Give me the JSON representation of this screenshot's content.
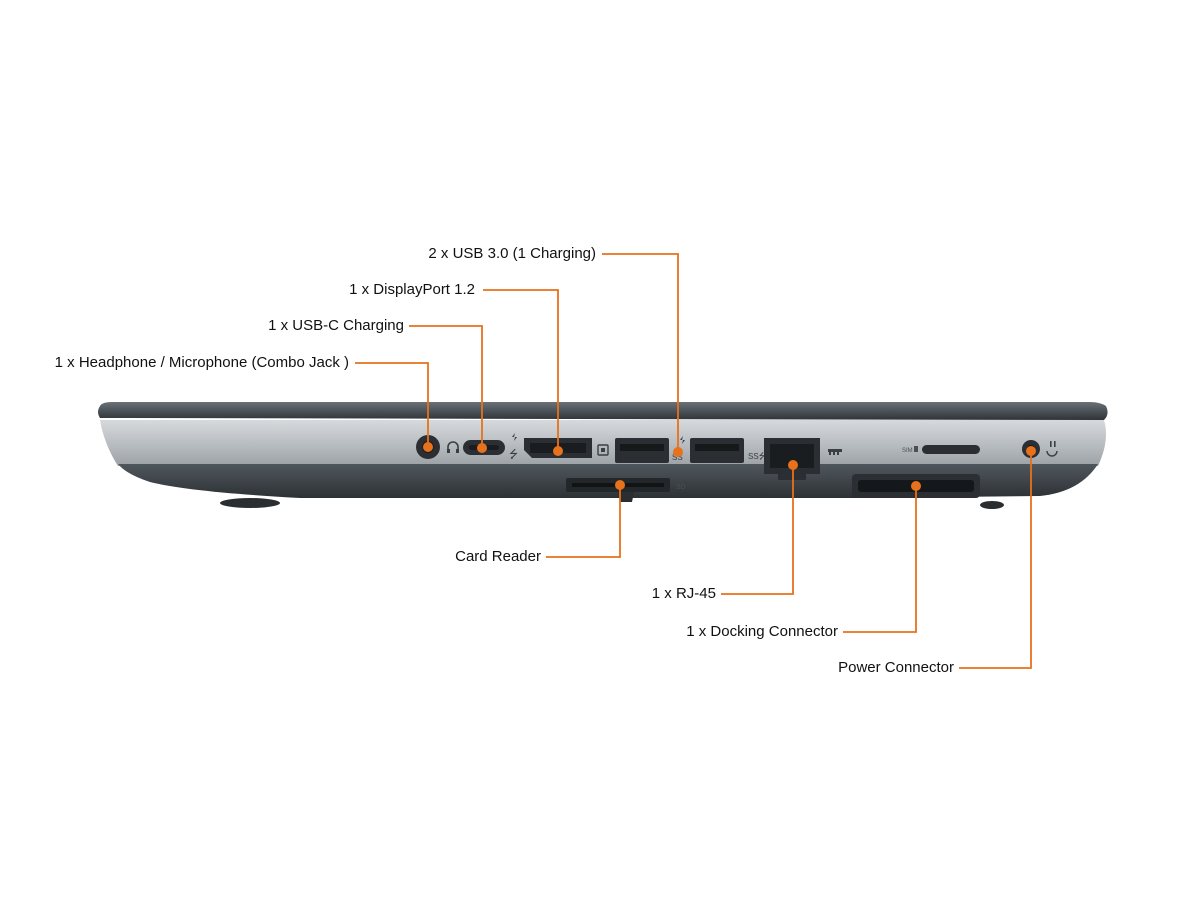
{
  "colors": {
    "callout": "#e8711c",
    "lid": "#4b5257",
    "silver": "#b7bcc0",
    "body_dark": "#3a4045",
    "port": "#2b2f33"
  },
  "callouts": {
    "usb3": "2 x USB 3.0 (1 Charging)",
    "displayport": "1 x DisplayPort 1.2",
    "usbc": "1 x USB-C Charging",
    "headphone": "1 x Headphone / Microphone (Combo Jack )",
    "card_reader": "Card Reader",
    "rj45": "1 x RJ-45",
    "docking": "1 x Docking Connector",
    "power": "Power Connector"
  },
  "icons": {
    "headphone": "headphone-icon",
    "usb": "usb-icon",
    "displayport": "displayport-icon",
    "usb_ss": "usb-superspeed-icon",
    "ethernet": "ethernet-icon",
    "sim": "sim-icon",
    "power": "power-icon"
  }
}
